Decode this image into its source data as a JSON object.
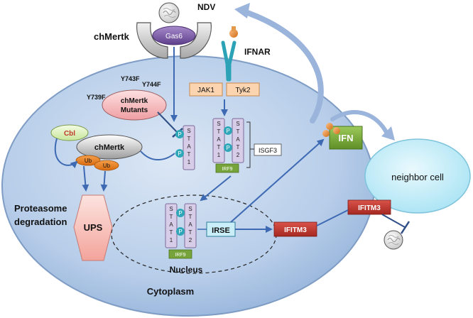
{
  "labels": {
    "virus": "NDV",
    "receptor_mertk": "chMertk",
    "ligand": "Gas6",
    "receptor_ifnar": "IFNAR",
    "jak1": "JAK1",
    "tyk2": "Tyk2",
    "mutants_line1": "chMertk",
    "mutants_line2": "Mutants",
    "mutation_y743f": "Y743F",
    "mutation_y744f": "Y744F",
    "mutation_y739f": "Y739F",
    "cbl": "Cbl",
    "chmertk_inner": "chMertk",
    "ub": "Ub",
    "proteasome_line1": "Proteasome",
    "proteasome_line2": "degradation",
    "ups": "UPS",
    "isgf3": "ISGF3",
    "irf9": "IRF9",
    "irse": "IRSE",
    "ifitm3": "IFITM3",
    "ifn": "IFN",
    "neighbor_cell": "neighbor cell",
    "nucleus": "Nucleus",
    "cytoplasm": "Cytoplasm",
    "phospho": "P",
    "stat1_letters": [
      "S",
      "T",
      "A",
      "T",
      "1"
    ],
    "stat2_letters": [
      "S",
      "T",
      "A",
      "T",
      "2"
    ]
  },
  "colors": {
    "cell_fill": "#a9c4e4",
    "cell_stroke": "#6e8fb7",
    "arrow": "#3d6ab3",
    "ifn_green": "#77a43a",
    "ifitm3_red": "#c0392b",
    "jak_orange": "#fcd5b0",
    "stat_purple": "#d8cde8",
    "phospho_teal": "#2fa7b8",
    "mutants_pink": "#f5b5b7",
    "ups_pink": "#f6b8b2",
    "gas6_purple": "#7b5aa6",
    "neighbor_cyan": "#c9eef8"
  }
}
